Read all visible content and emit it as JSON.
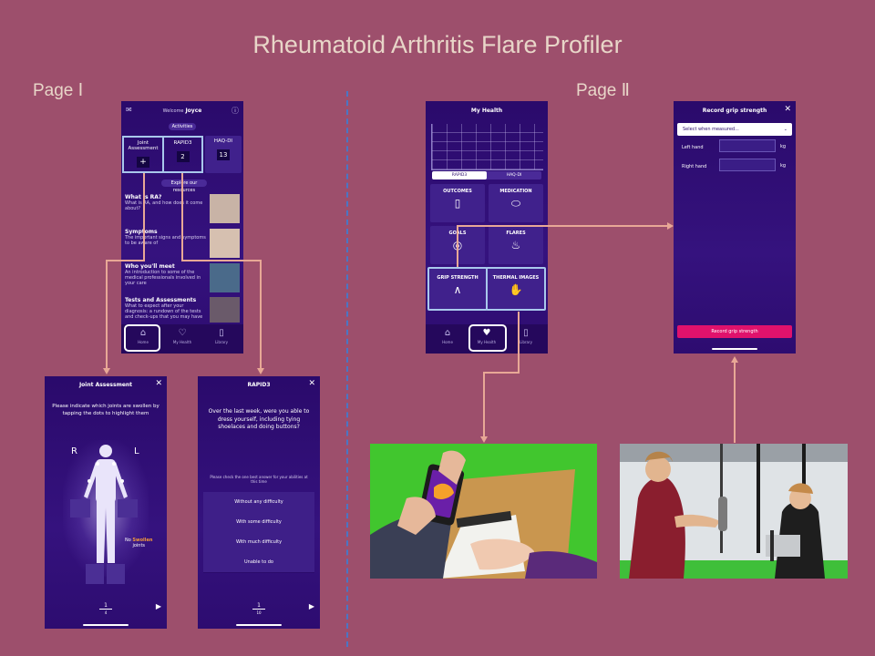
{
  "title": "Rheumatoid Arthritis Flare Profiler",
  "page_labels": {
    "left": "Page Ⅰ",
    "right": "Page Ⅱ"
  },
  "home": {
    "welcome": "Welcome",
    "user": "Joyce",
    "activities": "Activities",
    "cards": [
      {
        "label": "Joint Assessment",
        "value": "+"
      },
      {
        "label": "RAPID3",
        "value": "2"
      },
      {
        "label": "HAQ-DI",
        "value": "13"
      }
    ],
    "explore": "Explore our resources",
    "resources": [
      {
        "title": "What is RA?",
        "desc": "What is RA, and how does it come about?"
      },
      {
        "title": "Symptoms",
        "desc": "The important signs and symptoms to be aware of"
      },
      {
        "title": "Who you'll meet",
        "desc": "An introduction to some of the medical professionals involved in your care"
      },
      {
        "title": "Tests and Assessments",
        "desc": "What to expect after your diagnosis: a rundown of the tests and check-ups that you may have"
      }
    ],
    "nav": [
      "Home",
      "My Health",
      "Library"
    ]
  },
  "joint": {
    "header": "Joint Assessment",
    "instruction": "Please indicate which joints are swollen by tapping the dots to highlight them",
    "side_right": "R",
    "side_left": "L",
    "status_no": "No",
    "status_swollen": "Swollen",
    "status_joints": "joints",
    "page_num": "1",
    "page_den": "4"
  },
  "rapid": {
    "header": "RAPID3",
    "question": "Over the last week, were you able to dress yourself, including tying shoelaces and doing buttons?",
    "hint": "Please check the one best answer for your abilities at this time",
    "answers": [
      "Without any difficulty",
      "With some difficulty",
      "With much difficulty",
      "Unable to do"
    ],
    "page_num": "1",
    "page_den": "10"
  },
  "health": {
    "header": "My Health",
    "tabs": [
      "RAPID3",
      "HAQ-DI"
    ],
    "tiles": [
      {
        "label": "OUTCOMES"
      },
      {
        "label": "MEDICATION"
      },
      {
        "label": "GOALS"
      },
      {
        "label": "FLARES"
      },
      {
        "label": "GRIP STRENGTH"
      },
      {
        "label": "THERMAL IMAGES"
      }
    ],
    "nav": [
      "Home",
      "My Health",
      "Library"
    ]
  },
  "grip": {
    "header": "Record grip strength",
    "select_placeholder": "Select when measured...",
    "left_hand": "Left hand",
    "right_hand": "Right hand",
    "unit": "kg",
    "button": "Record grip strength"
  },
  "colors": {
    "background": "#9d4f6c",
    "screen": "#2a0a6b",
    "highlight": "#a9c8ec",
    "connector": "#e8a896",
    "button": "#e0126c"
  }
}
